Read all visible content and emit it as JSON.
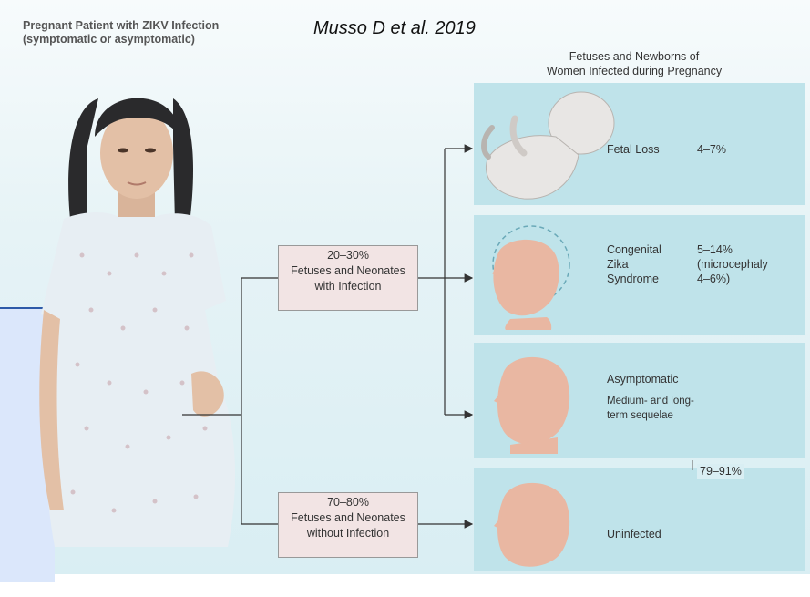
{
  "header": {
    "patient_title_line1": "Pregnant Patient with ZIKV Infection",
    "patient_title_line2": "(symptomatic or asymptomatic)",
    "citation": "Musso D et al. 2019",
    "outcomes_title_line1": "Fetuses and Newborns of",
    "outcomes_title_line2": "Women Infected during Pregnancy"
  },
  "center_boxes": {
    "infected": {
      "percent": "20–30%",
      "line1": "Fetuses and Neonates",
      "line2": "with Infection"
    },
    "uninfected": {
      "percent": "70–80%",
      "line1": "Fetuses and Neonates",
      "line2": "without Infection"
    }
  },
  "outcomes": {
    "fetal_loss": {
      "label": "Fetal Loss",
      "value": "4–7%"
    },
    "czs": {
      "label_line1": "Congenital",
      "label_line2": "Zika",
      "label_line3": "Syndrome",
      "value_line1": "5–14%",
      "value_line2": "(microcephaly",
      "value_line3": "4–6%)"
    },
    "asymptomatic": {
      "label": "Asymptomatic",
      "note_line1": "Medium- and long-",
      "note_line2": "term sequelae"
    },
    "combined_value": "79–91%",
    "uninfected": {
      "label": "Uninfected"
    }
  },
  "colors": {
    "outcome_box": "#bfe3ea",
    "center_box": "#f2e4e4",
    "accent_line": "#2d5aa8",
    "accent_panel": "#dbe7fb"
  }
}
